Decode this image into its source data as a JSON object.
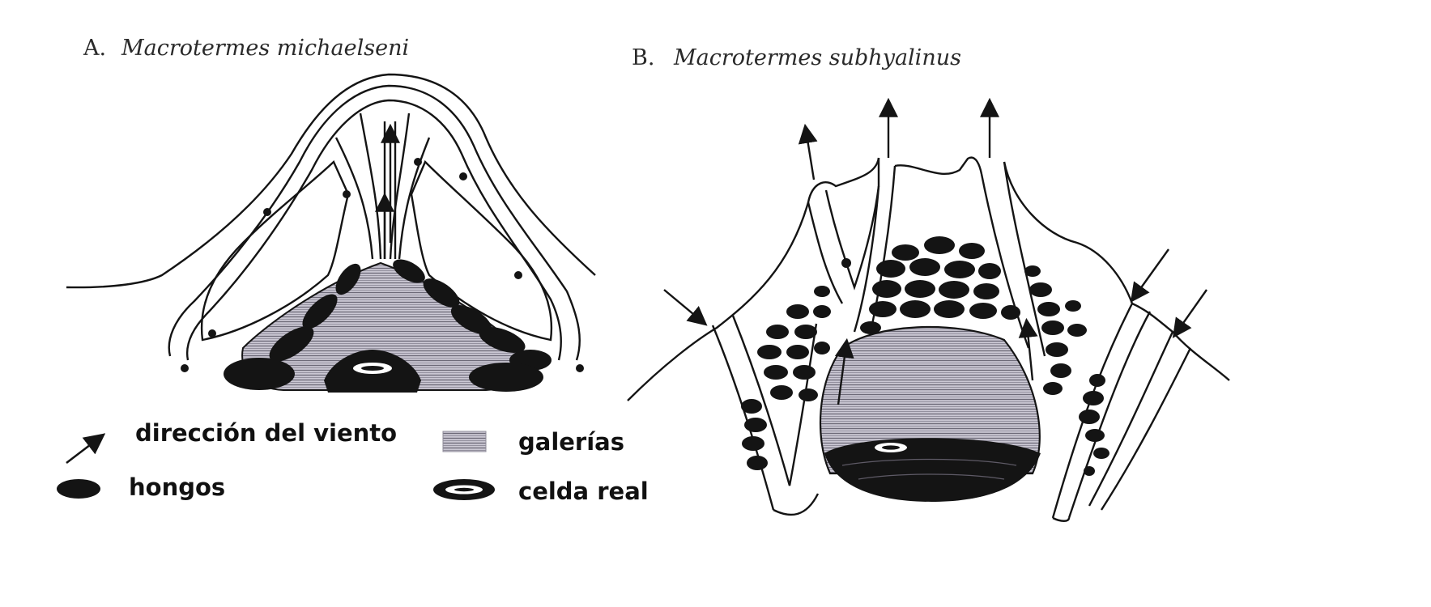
{
  "panel_a": {
    "letter": "A.",
    "species": "Macrotermes michaelseni"
  },
  "panel_b": {
    "letter": "B.",
    "species": "Macrotermes subhyalinus"
  },
  "legend": {
    "wind": "dirección del viento",
    "galleries": "galerías",
    "fungi": "hongos",
    "royal_cell": "celda real"
  },
  "colors": {
    "ink": "#141414",
    "gallery_fill": "#a9a6b4",
    "paper": "#ffffff"
  }
}
